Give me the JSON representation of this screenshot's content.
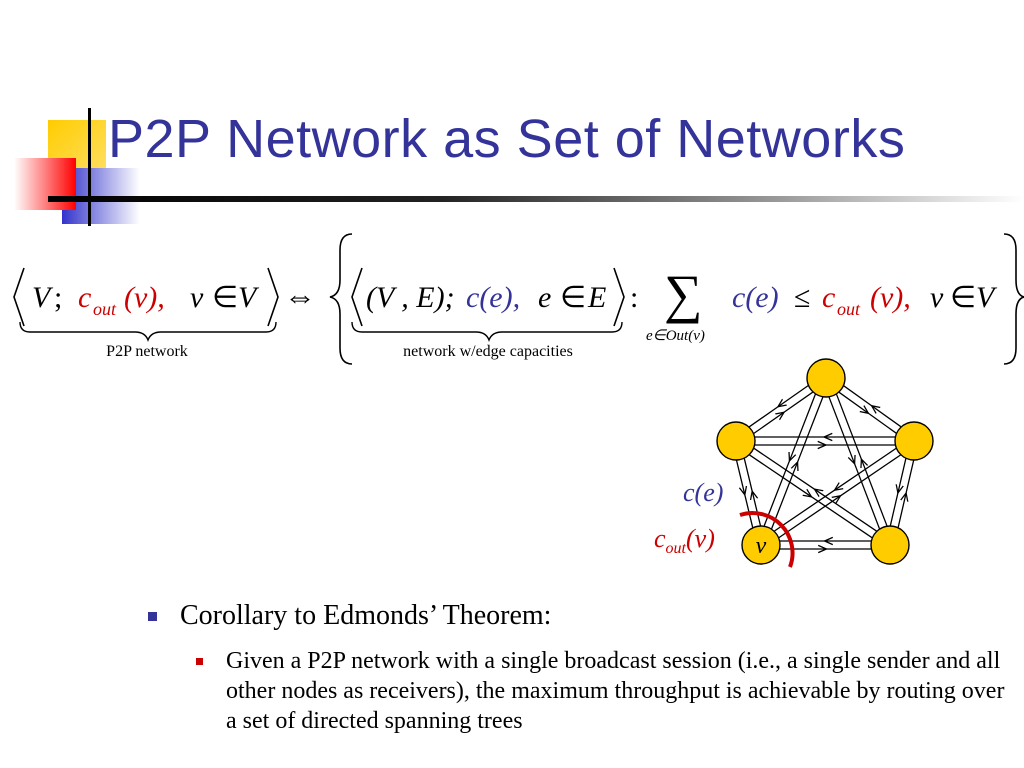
{
  "title": "P2P Network as Set of Networks",
  "formula": {
    "left_V": "V",
    "left_semicolon": ";",
    "left_c": "c",
    "left_out": "out",
    "left_v_paren": "(v),",
    "left_v": "v",
    "left_in": "∈",
    "left_V2": "V",
    "iff": "⇔",
    "set_VE": "(V , E);",
    "set_ce": "c(e),",
    "set_e": "e",
    "set_in": "∈",
    "set_E": "E",
    "colon": ":",
    "sum": "∑",
    "sum_sub": "e∈Out(v)",
    "rhs_ce": "c(e)",
    "leq": "≤",
    "rhs_c": "c",
    "rhs_out": "out",
    "rhs_v_paren": "(v),",
    "rhs_v": "v",
    "rhs_in": "∈",
    "rhs_V": "V",
    "label_p2p": "P2P network",
    "label_edge": "network w/edge capacities"
  },
  "graph": {
    "node_label_v": "v",
    "label_ce": "c(e)",
    "label_cout_c": "c",
    "label_cout_sub": "out",
    "label_cout_v": "(v)",
    "node_color": "#FFCC00",
    "arc_color": "#CC0000"
  },
  "bullets": {
    "level1": "Corollary to Edmonds’ Theorem:",
    "level2": "Given a P2P network with a single broadcast session (i.e., a single sender and all other nodes as receivers), the maximum throughput is achievable by routing over a set of directed spanning trees"
  },
  "colors": {
    "title": "#333399",
    "blue_text": "#333399",
    "red_text": "#CC0000",
    "deco_yellow": "#FFCC00",
    "deco_blue": "#3333CC",
    "deco_red": "#FF3333"
  }
}
